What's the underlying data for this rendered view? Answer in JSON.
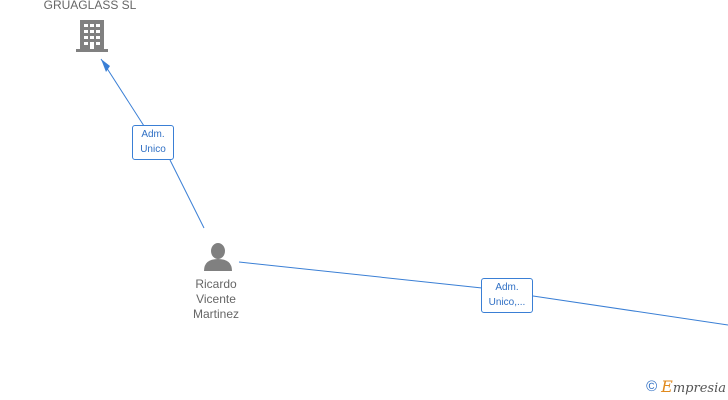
{
  "nodes": {
    "company": {
      "label": "GRUAGLASS SL",
      "icon": "building-icon"
    },
    "person": {
      "label_lines": [
        "Ricardo",
        "Vicente",
        "Martinez"
      ],
      "icon": "person-icon"
    }
  },
  "edges": {
    "to_company": {
      "label_lines": [
        "Adm.",
        "Unico"
      ]
    },
    "to_right": {
      "label_lines": [
        "Adm.",
        "Unico,..."
      ]
    }
  },
  "brand": {
    "copyright_symbol": "©",
    "initial": "E",
    "rest": "mpresia"
  },
  "colors": {
    "edge": "#3a7fd5",
    "icon": "#808080",
    "label": "#666666",
    "accent": "#e08a1e"
  }
}
